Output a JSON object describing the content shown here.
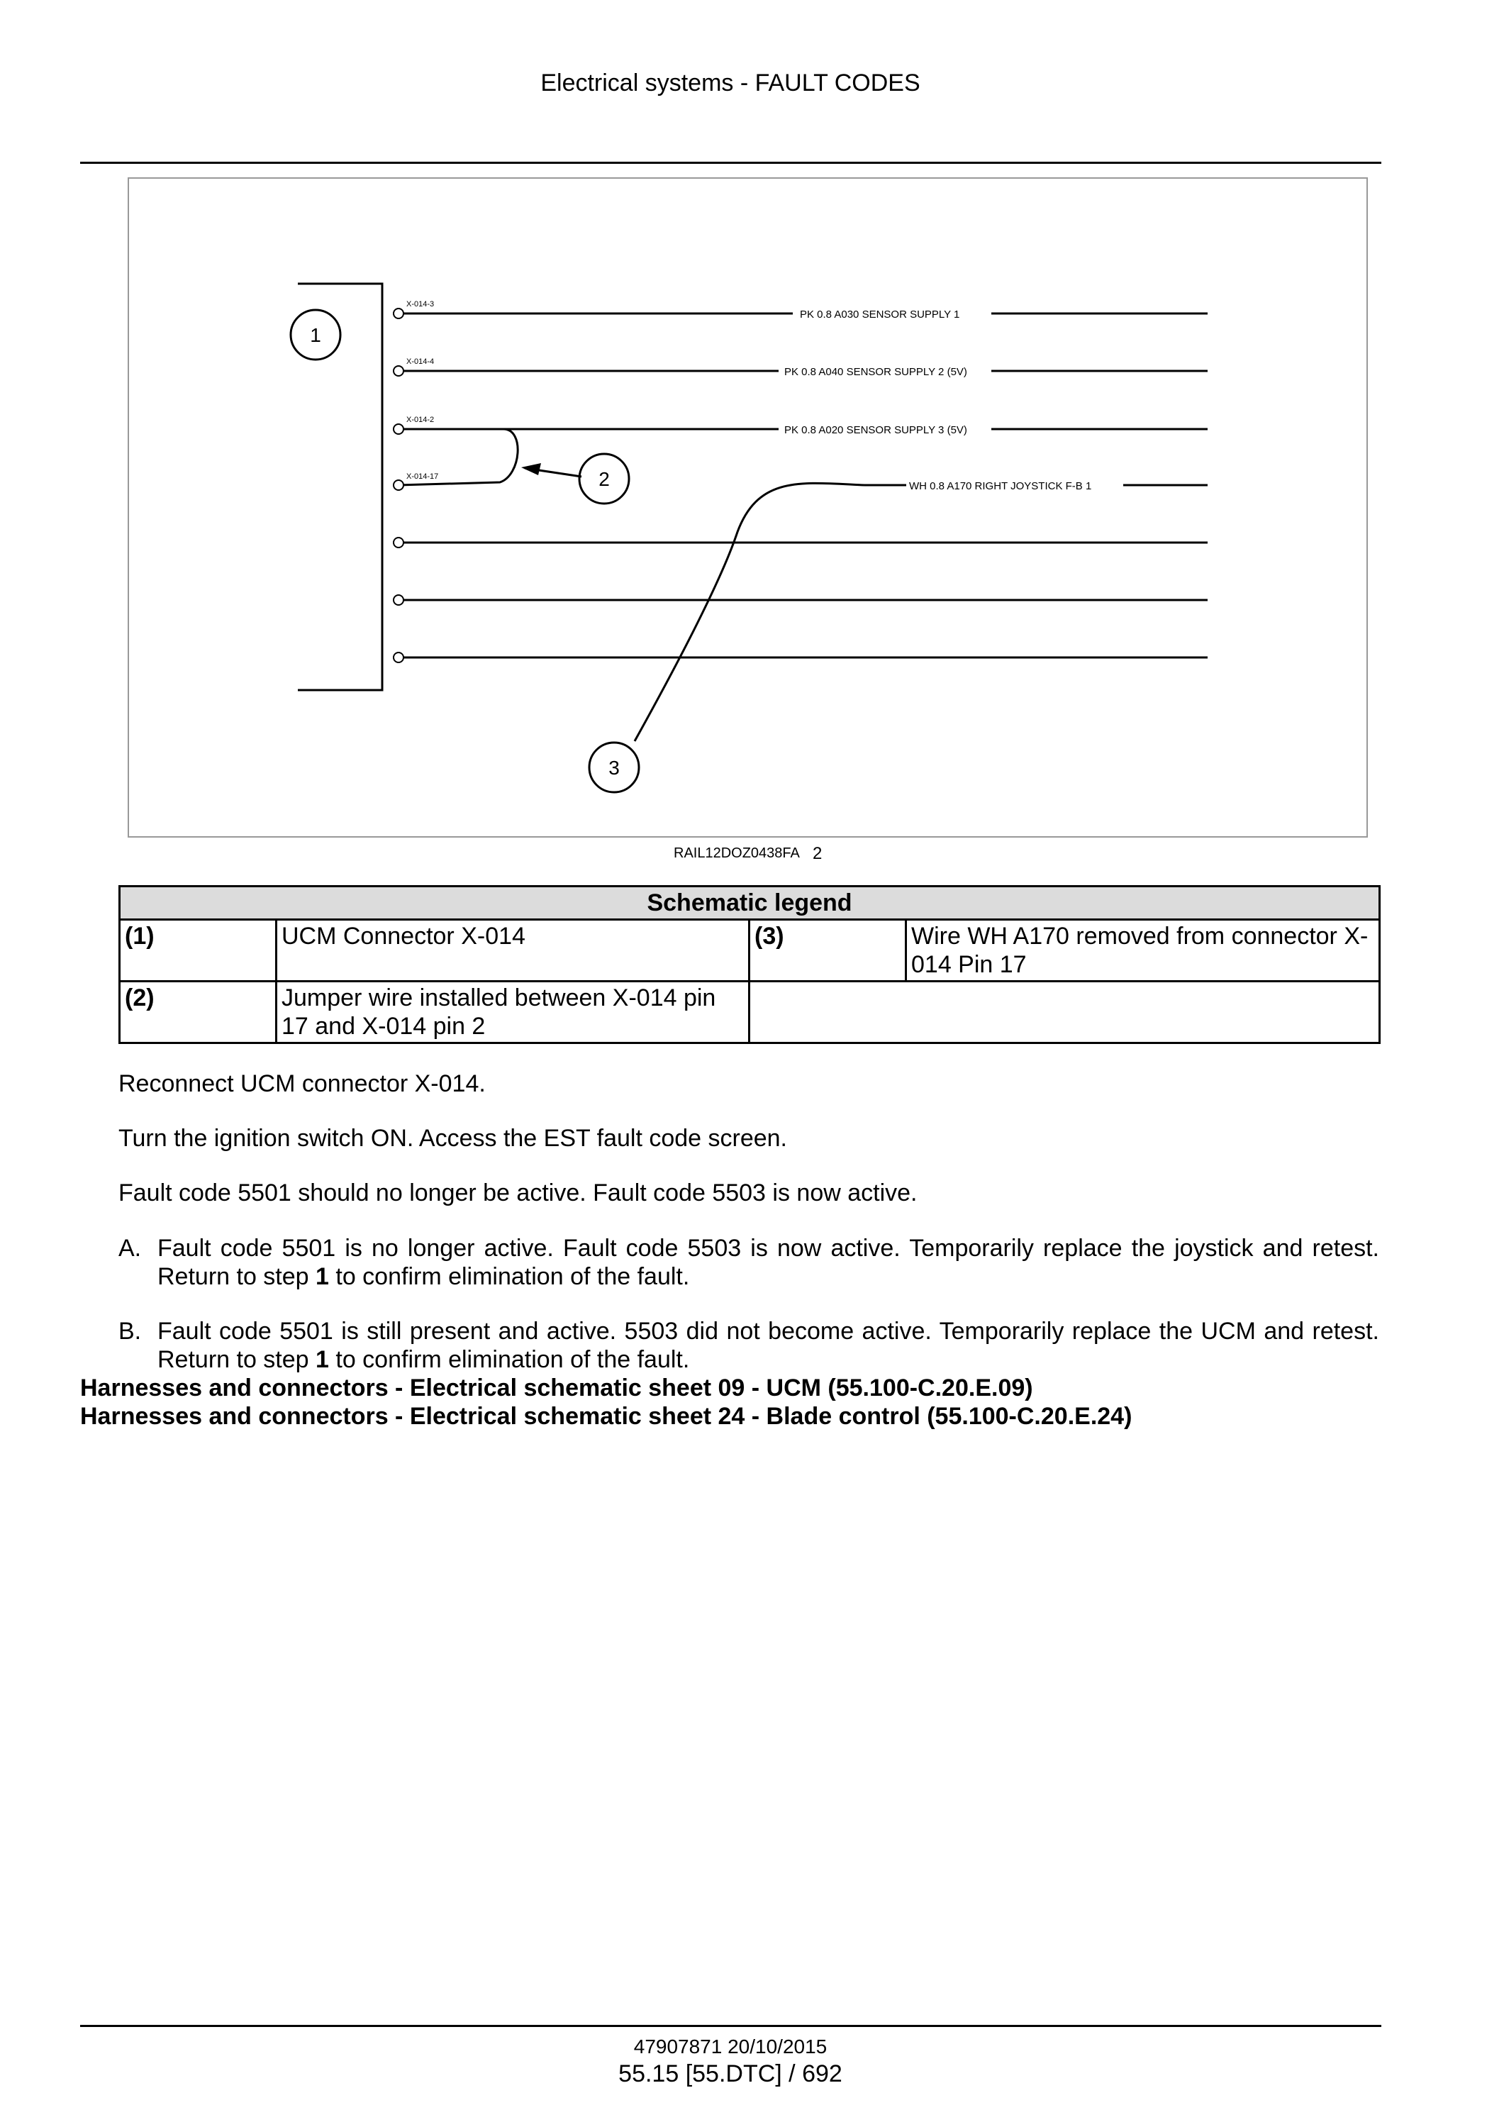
{
  "header": {
    "title": "Electrical systems - FAULT CODES"
  },
  "figure": {
    "callouts": [
      "1",
      "2",
      "3"
    ],
    "pin_labels": [
      "X-014-3",
      "X-014-4",
      "X-014-2",
      "X-014-17"
    ],
    "wire_labels": [
      "PK 0.8 A030 SENSOR SUPPLY 1",
      "PK 0.8 A040 SENSOR SUPPLY 2 (5V)",
      "PK 0.8 A020 SENSOR SUPPLY 3 (5V)",
      "WH 0.8 A170 RIGHT JOYSTICK F-B 1"
    ],
    "reference": "RAIL12DOZ0438FA",
    "number": "2"
  },
  "legend": {
    "title": "Schematic legend",
    "items": [
      {
        "num": "(1)",
        "text": "UCM Connector X-014"
      },
      {
        "num": "(3)",
        "text": "Wire WH A170 removed from connector X-014 Pin 17"
      },
      {
        "num": "(2)",
        "text": "Jumper wire installed between X-014 pin 17 and X-014 pin 2"
      }
    ]
  },
  "body": {
    "p1": "Reconnect UCM connector X-014.",
    "p2": "Turn the ignition switch ON. Access the EST fault code screen.",
    "p3": "Fault code 5501 should no longer be active. Fault code 5503 is now active."
  },
  "steps": [
    {
      "label": "A.",
      "text_before": "Fault code 5501 is no longer active. Fault code 5503 is now active. Temporarily replace the joystick and retest. Return to step ",
      "step_ref": "1",
      "text_after": " to confirm elimination of the fault."
    },
    {
      "label": "B.",
      "text_before": "Fault code 5501 is still present and active.  5503 did not become active.  Temporarily replace the UCM and retest.  Return to step ",
      "step_ref": "1",
      "text_after": " to confirm elimination of the fault."
    }
  ],
  "links": [
    "Harnesses and connectors - Electrical schematic sheet 09 - UCM (55.100-C.20.E.09)",
    "Harnesses and connectors - Electrical schematic sheet 24 - Blade control (55.100-C.20.E.24)"
  ],
  "footer": {
    "doc_id": "47907871 20/10/2015",
    "page": "55.15 [55.DTC] / 692"
  }
}
